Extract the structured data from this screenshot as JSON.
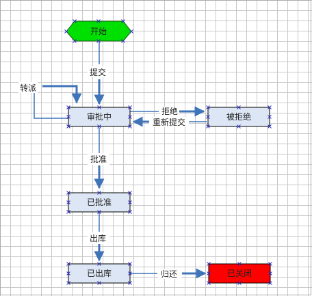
{
  "nodes": {
    "start": "开始",
    "reviewing": "审批中",
    "rejected": "被拒绝",
    "approved": "已批准",
    "shipped": "已出库",
    "closed": "已关闭"
  },
  "edges": {
    "submit": "提交",
    "transfer": "转派",
    "reject": "拒绝",
    "resubmit": "重新提交",
    "approve": "批准",
    "ship": "出库",
    "return": "归还"
  },
  "colors": {
    "start_fill": "#00e000",
    "box_fill": "#dce6f4",
    "closed_fill": "#ff0000",
    "edge": "#3f74b8",
    "handle": "#3030c0"
  }
}
